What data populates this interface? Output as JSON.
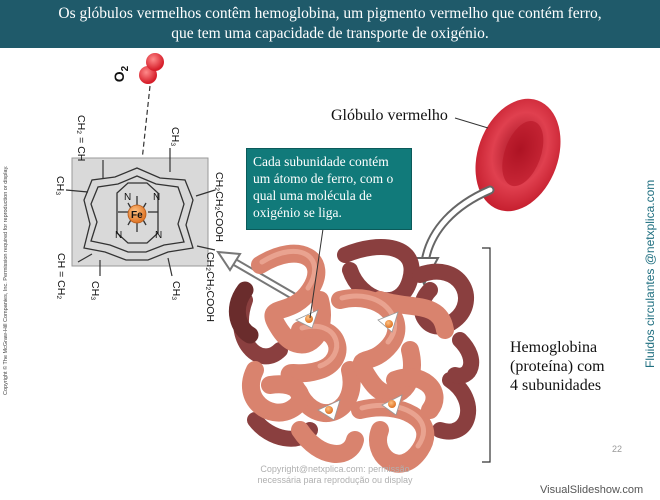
{
  "header": {
    "line1": "Os glóbulos vermelhos contêm hemoglobina, um pigmento vermelho que contém ferro,",
    "line2": "que tem uma capacidade de transporte de oxigénio."
  },
  "copyright": "Copyright © The McGraw-Hill Companies, Inc. Permission required for reproduction or display.",
  "site_vertical": "Fluidos circulantes @netxplica.com",
  "labels": {
    "o2": "O",
    "o2_sub": "2",
    "red_blood_cell": "Glóbulo vermelho",
    "hemoglobin_line1": "Hemoglobina",
    "hemoglobin_line2": "(proteína) com",
    "hemoglobin_line3": "4 subunidades"
  },
  "callout": {
    "line1": "Cada subunidade contém",
    "line2": "um átomo de ferro, com o",
    "line3": "qual uma molécula de",
    "line4": "oxigénio se liga."
  },
  "heme": {
    "iron": "Fe",
    "top_group": "CH₂ = CH",
    "top_right_group": "CH₃",
    "left_group": "CH₃",
    "right_group_1": "CH₂CH₂COOH",
    "right_group_2": "CH₂CH₂COOH",
    "bottom_left_group": "CH = CH₂",
    "bottom_mid_group": "CH₃",
    "bottom_right_group": "CH₃",
    "nitrogen": "N"
  },
  "page_number": "22",
  "watermark_line1": "Copyright@netxplica.com: permissão",
  "watermark_line2": "necessária para reprodução ou display",
  "brand": "VisualSlideshow.com",
  "colors": {
    "header_bg": "#1f5a6a",
    "callout_bg": "#117a7a",
    "rbc": "#d8283a",
    "hemoglobin_light": "#d9836e",
    "hemoglobin_dark": "#8a3f3f",
    "iron": "#e88a3a"
  }
}
